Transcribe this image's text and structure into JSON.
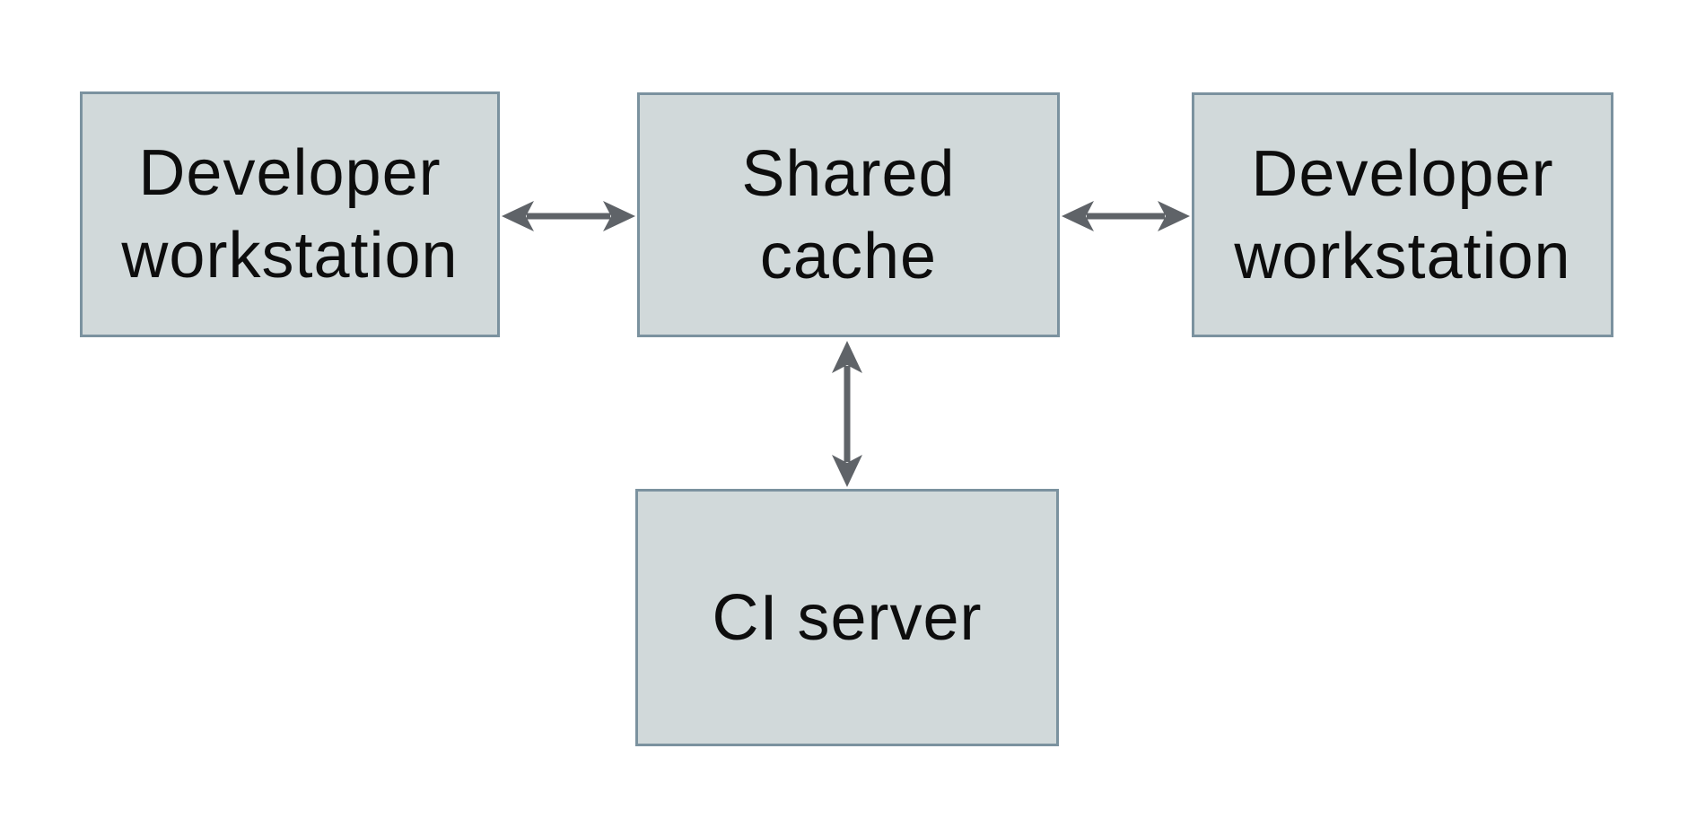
{
  "diagram": {
    "type": "architecture-diagram",
    "background": "#ffffff",
    "colors": {
      "background": "#ffffff",
      "box_fill": "#d1d9da",
      "box_border": "#7b929f",
      "arrow": "#5f6368",
      "text": "#0d0d0d"
    },
    "nodes": {
      "left_workstation": {
        "label": "Developer workstation",
        "lines": [
          "Developer",
          "workstation"
        ]
      },
      "shared_cache": {
        "label": "Shared cache",
        "lines": [
          "Shared",
          "cache"
        ]
      },
      "right_workstation": {
        "label": "Developer workstation",
        "lines": [
          "Developer",
          "workstation"
        ]
      },
      "ci_server": {
        "label": "CI server",
        "lines": [
          "CI server"
        ]
      }
    },
    "edges": [
      {
        "from": "left_workstation",
        "to": "shared_cache",
        "bidirectional": true
      },
      {
        "from": "shared_cache",
        "to": "right_workstation",
        "bidirectional": true
      },
      {
        "from": "shared_cache",
        "to": "ci_server",
        "bidirectional": true
      }
    ]
  }
}
